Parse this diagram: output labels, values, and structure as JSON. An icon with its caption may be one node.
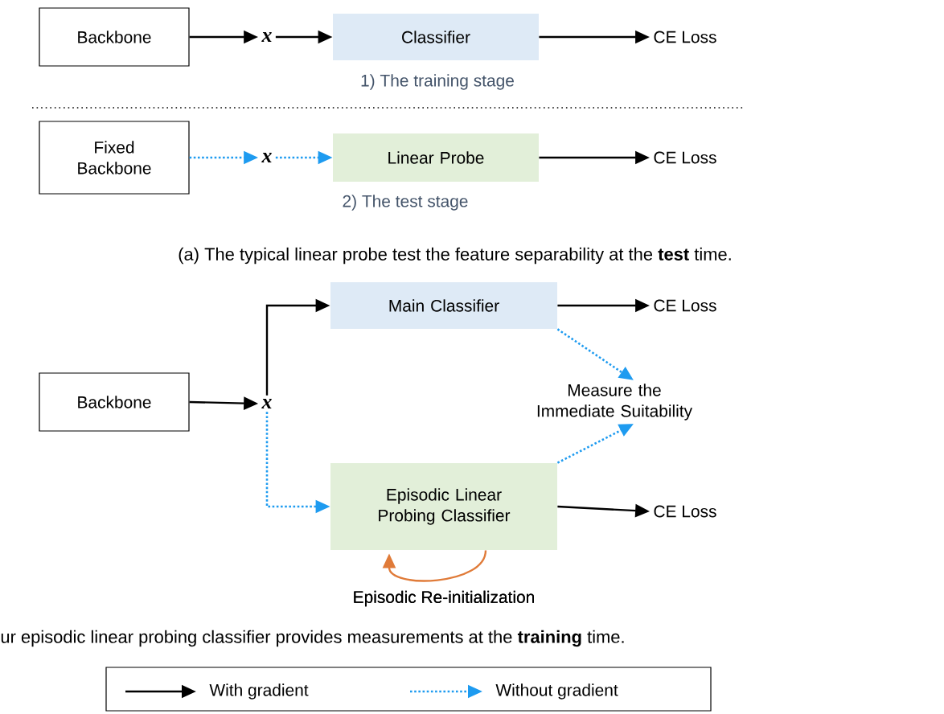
{
  "diagram": {
    "nodes": [
      {
        "text": [
          "Backbone"
        ]
      },
      {
        "text": [
          "x"
        ]
      },
      {
        "text": [
          "Classifier"
        ],
        "beside": [
          "1) The training stage"
        ]
      },
      {
        "text": [
          "CE Loss"
        ]
      },
      {
        "text": [
          "Fixed Backbone"
        ]
      },
      {
        "text": [
          "x"
        ]
      },
      {
        "text": [
          "Linear Probe"
        ],
        "beside": [
          "2) The test stage"
        ]
      },
      {
        "text": [
          "CE Loss"
        ]
      },
      {
        "text": [
          "Main Classifier"
        ]
      },
      {
        "text": [
          "CE Loss"
        ]
      },
      {
        "text": [
          "Backbone"
        ]
      },
      {
        "text": [
          "x"
        ]
      },
      {
        "text": [
          "Measure the Immediate Suitability"
        ]
      },
      {
        "text": [
          "Episodic Linear Probing Classifier"
        ]
      },
      {
        "text": [
          "CE Loss"
        ]
      }
    ],
    "edges": [
      {
        "from": 0,
        "to": 1,
        "arrow": "to"
      },
      {
        "from": 1,
        "to": 2,
        "arrow": "to"
      },
      {
        "from": 2,
        "to": 3,
        "arrow": "to"
      },
      {
        "from": 4,
        "to": 5,
        "arrow": "to",
        "style": "dashed",
        "color": "#1e9bf0"
      },
      {
        "from": 5,
        "to": 6,
        "arrow": "to",
        "style": "dashed",
        "color": "#1e9bf0"
      },
      {
        "from": 6,
        "to": 7,
        "arrow": "to"
      },
      {
        "from": 10,
        "to": 11,
        "arrow": "to"
      },
      {
        "from": 11,
        "to": 8,
        "arrow": "to"
      },
      {
        "from": 11,
        "to": 13,
        "arrow": "to",
        "style": "dashed",
        "color": "#1e9bf0"
      },
      {
        "from": 8,
        "to": 9,
        "arrow": "to"
      },
      {
        "from": 13,
        "to": 14,
        "arrow": "to"
      },
      {
        "from": 8,
        "to": 12,
        "arrow": "to",
        "style": "dashed",
        "color": "#1e9bf0"
      },
      {
        "from": 13,
        "to": 12,
        "arrow": "to",
        "style": "dashed",
        "color": "#1e9bf0"
      },
      {
        "from": 13,
        "to": 13,
        "arrow": "to",
        "color": "#e07b39",
        "label": "Episodic Re-initialization"
      }
    ],
    "labels": [
      "(a) The typical linear probe test the feature separability at the **test** time.",
      "ur episodic linear probing classifier provides measurements at the **training** time."
    ],
    "legend": [
      {
        "text": "With gradient"
      },
      {
        "text": "Without gradient"
      }
    ]
  }
}
